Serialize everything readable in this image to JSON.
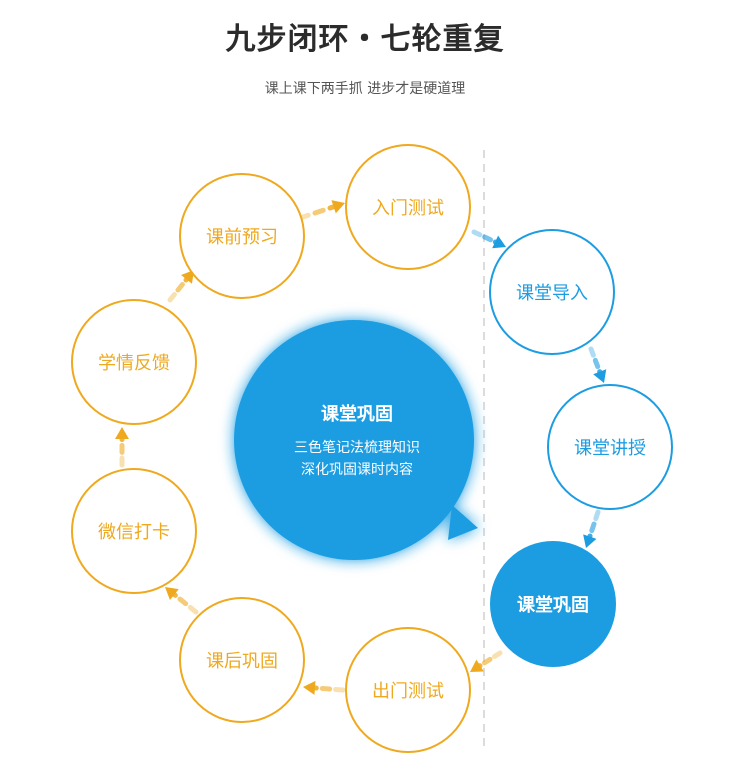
{
  "header": {
    "title": "九步闭环・七轮重复",
    "subtitle": "课上课下两手抓 进步才是硬道理"
  },
  "colors": {
    "orange": "#EFA91F",
    "blue": "#1C9DE2",
    "divider": "#dcdcdc"
  },
  "center": {
    "title": "课堂巩固",
    "line1": "三色笔记法梳理知识",
    "line2": "深化巩固课时内容"
  },
  "steps": [
    {
      "label": "入门测试",
      "group": "offline"
    },
    {
      "label": "课堂导入",
      "group": "class"
    },
    {
      "label": "课堂讲授",
      "group": "class"
    },
    {
      "label": "课堂巩固",
      "group": "class-active"
    },
    {
      "label": "出门测试",
      "group": "offline"
    },
    {
      "label": "课后巩固",
      "group": "offline"
    },
    {
      "label": "微信打卡",
      "group": "offline"
    },
    {
      "label": "学情反馈",
      "group": "offline"
    },
    {
      "label": "课前预习",
      "group": "offline"
    }
  ]
}
